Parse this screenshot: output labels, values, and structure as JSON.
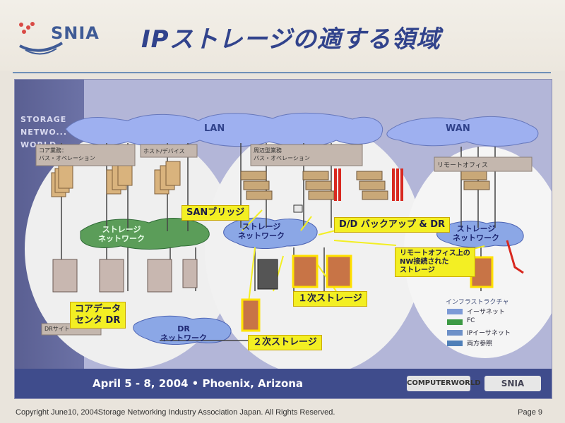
{
  "header": {
    "logo_text": "SNIA",
    "title": "IPストレージの適する領域"
  },
  "diagram": {
    "sidebar_text": [
      "STORAGE",
      "NETWO...",
      "WORLD"
    ],
    "lan": "LAN",
    "wan": "WAN",
    "groups": {
      "core_ops": "コア業務：\nバス・オペレーション",
      "host_device": "ホスト/デバイス",
      "mid_ops": "周辺型業務\nバス・オペレーション",
      "remote_office": "リモートオフィス",
      "dr_site": "DRサイト"
    },
    "clouds": {
      "storage_network_left": "ストレージ\nネットワーク",
      "storage_network_mid": "ストレージ\nネットワーク",
      "storage_network_right": "ストレージ\nネットワーク",
      "dr_network": "DR\nネットワーク"
    },
    "callouts": {
      "san_bridge": "SANブリッジ",
      "dd_backup": "D/D バックアップ & DR",
      "core_data_center": "コアデータ\nセンタ DR",
      "primary_storage": "１次ストレージ",
      "secondary_storage": "２次ストレージ",
      "remote_storage": "リモートオフィス上の\nNW接続された\nストレージ"
    },
    "legend": {
      "title": "インフラストラクチャ",
      "items": [
        {
          "label": "イーサネット",
          "color": "#7d9ad6"
        },
        {
          "label": "FC",
          "color": "#3d9a45"
        },
        {
          "label": "IPイーサネット",
          "color": "#6d90c8"
        },
        {
          "label": "両方参照",
          "color": "#4f7fb8"
        }
      ]
    }
  },
  "panel_footer": {
    "event": "April 5 - 8, 2004 • Phoenix, Arizona",
    "sponsor": "COMPUTERWORLD",
    "org": "SNIA"
  },
  "footer": {
    "copyright": "Copyright June10, 2004Storage Networking Industry Association Japan. All Rights Reserved.",
    "page": "Page 9"
  }
}
